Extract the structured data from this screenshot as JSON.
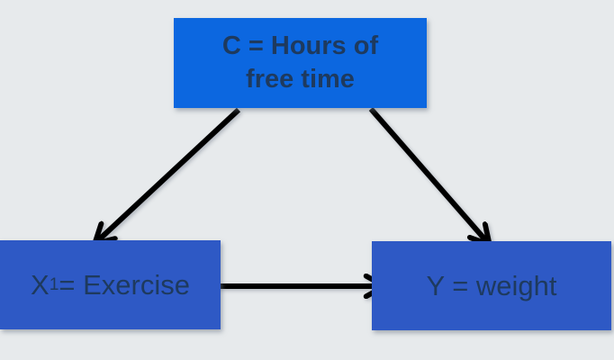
{
  "diagram": {
    "type": "causal-confounding-diagram",
    "colors": {
      "background": "#e7eaec",
      "confounder_fill": "#0c67e0",
      "exposure_fill": "#2e59c5",
      "outcome_fill": "#2e59c5",
      "text": "#1e3a5e",
      "arrow": "#000000"
    },
    "nodes": {
      "confounder": {
        "label_line1": "C = Hours of",
        "label_line2": "free time"
      },
      "exposure": {
        "label_base": "X",
        "label_subscript": "1",
        "label_rest": "= Exercise"
      },
      "outcome": {
        "label": "Y = weight"
      }
    },
    "edges": [
      {
        "from": "confounder",
        "to": "exposure"
      },
      {
        "from": "confounder",
        "to": "outcome"
      },
      {
        "from": "exposure",
        "to": "outcome"
      }
    ]
  }
}
